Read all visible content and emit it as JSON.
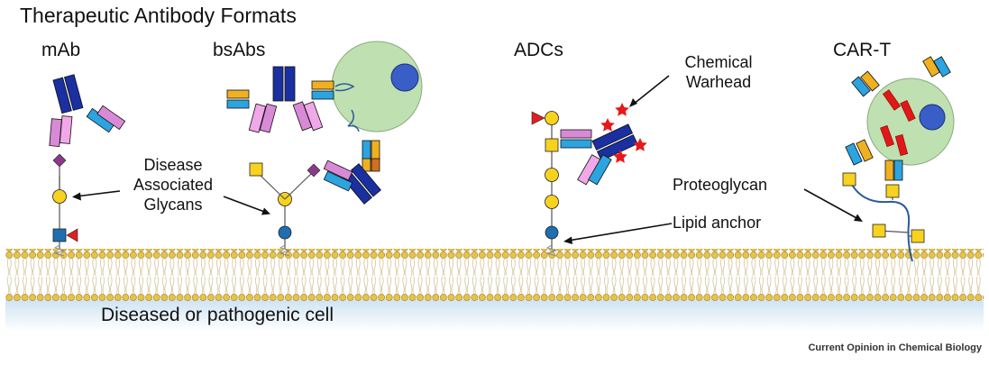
{
  "title": "Therapeutic Antibody Formats",
  "formats": {
    "mab": "mAb",
    "bsabs": "bsAbs",
    "adcs": "ADCs",
    "cart": "CAR-T"
  },
  "annotations": {
    "disease_glycans": [
      "Disease",
      "Associated",
      "Glycans"
    ],
    "chemical_warhead": [
      "Chemical",
      "Warhead"
    ],
    "proteoglycan": "Proteoglycan",
    "lipid_anchor": "Lipid anchor"
  },
  "cell_label": "Diseased or pathogenic cell",
  "credit": "Current Opinion in Chemical Biology",
  "colors": {
    "heavy_chain": "#1a2fa0",
    "light_chain": "#d98ad6",
    "cyan_domain": "#2ba4e0",
    "orange_domain": "#f0b020",
    "red_domain": "#e01818",
    "glycan_yellow": "#f7d21e",
    "sialic_purple": "#8a3a8a",
    "fucose_red": "#e02020",
    "glcnac_blue": "#1e6eb0",
    "tcell_green": "#bfe0b0",
    "nucleus_blue": "#3a5ec8",
    "lipid_head": "#e8c34a",
    "membrane_tail": "#d9cfa5",
    "cell_interior": "#cfe3f2",
    "warhead_star": "#e81818"
  }
}
